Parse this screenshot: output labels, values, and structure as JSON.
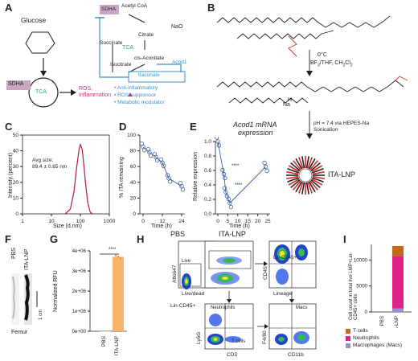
{
  "panels": {
    "A": "A",
    "B": "B",
    "C": "C",
    "D": "D",
    "E": "E",
    "F": "F",
    "G": "G",
    "H": "H",
    "I": "I"
  },
  "A": {
    "glucose": "Glucose",
    "sdha": "SDHA",
    "tca": "TCA",
    "ros": "ROS,",
    "inflammation": "Inflammation",
    "acetyl_coa": "Acetyl CoA",
    "citrate": "Citrate",
    "cis_aconitate": "cis-Aconitate",
    "isocitrate": "Isocitrate",
    "succinate": "Succinate",
    "acod1": "Acod1",
    "itaconate": "Itaconate",
    "bullets": [
      "• Anti-inflammatory",
      "• ROS suppressor",
      "• Metabolic modulator"
    ],
    "colors": {
      "sdha_box": "#c9a7c4",
      "tca": "#2e9e7d",
      "ros": "#d6287a",
      "blue": "#3b8fc8"
    }
  },
  "B": {
    "nao": "NaO",
    "h": "H",
    "na": "Na",
    "cond1": "0°C",
    "cond2": "BF",
    "cond2b": "/THF, CH",
    "cond2c": "Cl",
    "ph": "pH = 7.4 via HEPES-Na",
    "son": "Sonication",
    "ita_lnp": "ITA-LNP"
  },
  "chart_data": [
    {
      "panel": "C",
      "type": "line",
      "xlabel": "Size (d.nm)",
      "ylabel": "Intensity (percent)",
      "xscale": "log",
      "xlim": [
        1,
        1000
      ],
      "ylim": [
        0,
        50
      ],
      "xticks": [
        "1",
        "10",
        "100",
        "1000"
      ],
      "yticks": [
        "0",
        "10",
        "20",
        "30",
        "40",
        "50"
      ],
      "annotation": [
        "Avg size:",
        "89.4 ± 0.65 nm"
      ],
      "x": [
        30,
        45,
        60,
        75,
        90,
        100,
        115,
        130,
        150,
        180,
        220,
        260
      ],
      "y": [
        0,
        3,
        14,
        30,
        41,
        44,
        41,
        32,
        20,
        7,
        1,
        0
      ]
    },
    {
      "panel": "D",
      "type": "scatter",
      "xlabel": "Time (h)",
      "ylabel": "% ITA remaining",
      "xlim": [
        0,
        24
      ],
      "ylim": [
        0,
        100
      ],
      "xticks": [
        "0",
        "12",
        "24"
      ],
      "yticks": [
        "0",
        "20",
        "40",
        "60",
        "80",
        "100"
      ],
      "mean_x": [
        0,
        4,
        8,
        12,
        16,
        24
      ],
      "mean_y": [
        85,
        78,
        72,
        65,
        45,
        35
      ]
    },
    {
      "panel": "E",
      "type": "scatter",
      "title": "Acod1 mRNA expression",
      "xlabel": "Time (h)",
      "ylabel": "Relative expression",
      "xlim": [
        0,
        25
      ],
      "ylim": [
        0,
        1.0
      ],
      "xticks": [
        "0",
        "5",
        "10",
        "15",
        "20",
        "25"
      ],
      "yticks": [
        "0.0",
        "0.2",
        "0.4",
        "0.6",
        "0.8",
        "1.0"
      ],
      "mean_x": [
        0,
        3,
        4,
        6,
        24
      ],
      "mean_y": [
        1.0,
        0.55,
        0.3,
        0.15,
        0.65
      ],
      "sig": [
        "****",
        "****"
      ]
    },
    {
      "panel": "G",
      "type": "bar",
      "ylabel": "Normalized RFU",
      "categories": [
        "PBS",
        "ITA-LNP"
      ],
      "values": [
        0,
        3700000
      ],
      "ylim": [
        0,
        4000000
      ],
      "yticks": [
        "0e+00",
        "1e+06",
        "2e+06",
        "3e+06",
        "4e+06"
      ],
      "sig": "****",
      "bar_color": "#f5b56b"
    },
    {
      "panel": "I",
      "type": "bar",
      "ylabel": "Cell count in total live LMP+Lin-CD45+ cells",
      "categories": [
        "PBS",
        "ITA-LNP"
      ],
      "yticks": [
        "0",
        "5000",
        "10000"
      ],
      "ylim": [
        0,
        13000
      ],
      "series": [
        {
          "name": "Macrophages (Macs)",
          "values": [
            0,
            700
          ],
          "color": "#9b8fd0"
        },
        {
          "name": "Neutrophils",
          "values": [
            0,
            10100
          ],
          "color": "#e0218a"
        },
        {
          "name": "T cells",
          "values": [
            0,
            1900
          ],
          "color": "#c46b1a"
        }
      ]
    }
  ],
  "F": {
    "pbs": "PBS",
    "ita": "ITA-LNP",
    "scale": "1 cm",
    "femur": "Femur"
  },
  "H": {
    "pbs": "PBS",
    "ita": "ITA-LNP",
    "live": "Live",
    "livedead": "Live/dead",
    "atto": "Atto647",
    "lincd45": "Lin-CD45+",
    "lin_marker": "Lin-CD45+",
    "cd45": "CD45",
    "lineage": "Lineage",
    "neutrophils": "Neutrophils",
    "tcells": "T cells",
    "macs": "Macs",
    "ly6g": "Ly6G",
    "cd3": "CD3",
    "f480": "F4/80",
    "cd11b": "CD11b"
  }
}
